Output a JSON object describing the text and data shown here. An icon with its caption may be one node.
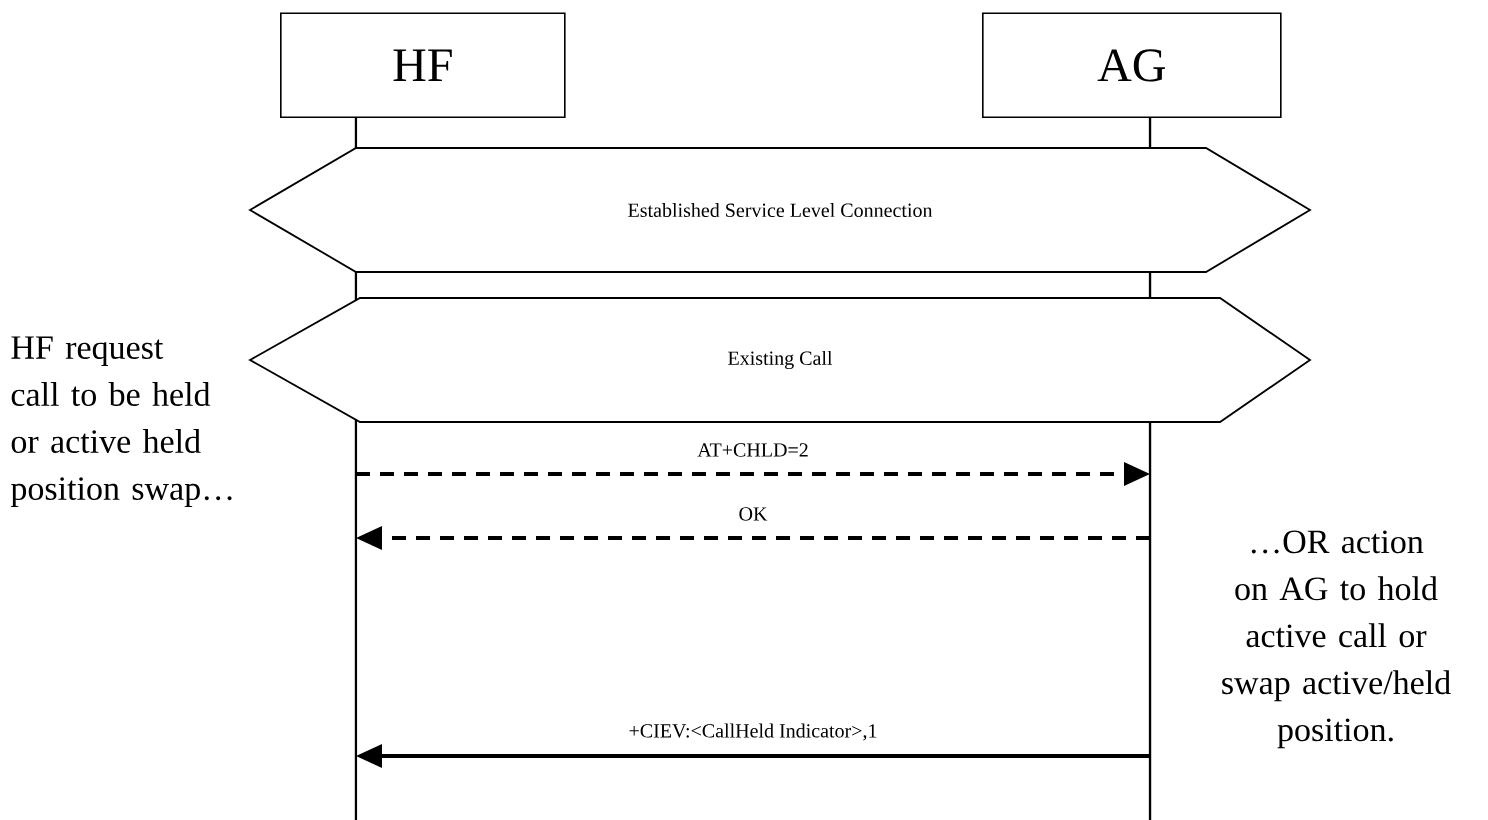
{
  "diagram": {
    "nodes": [
      {
        "text": [
          "HF"
        ]
      },
      {
        "text": [
          "AG"
        ]
      },
      {
        "text": [
          "Established Service Level Connection"
        ]
      },
      {
        "text": [
          "Existing Call"
        ]
      }
    ],
    "edges": [
      {
        "from": 0,
        "to": 1,
        "arrow": "to",
        "label": "AT+CHLD=2",
        "style": "dashed"
      },
      {
        "from": 1,
        "to": 0,
        "arrow": "to",
        "label": "OK",
        "style": "dashed"
      },
      {
        "from": 1,
        "to": 0,
        "arrow": "to",
        "label": "+CIEV:<CallHeld Indicator>,1"
      }
    ],
    "labels": [
      "HF request call to be held or active held position swap…",
      "…OR action on AG to hold active call or swap active/held position."
    ]
  }
}
